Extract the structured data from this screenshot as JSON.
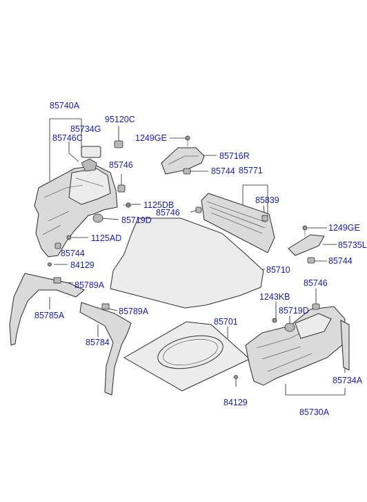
{
  "labels": {
    "p85740A": "85740A",
    "p95120C": "95120C",
    "p85734G": "85734G",
    "p85746C": "85746C",
    "p1249GE_top": "1249GE",
    "p85716R": "85716R",
    "p85746_left": "85746",
    "p85744_top": "85744",
    "p85771": "85771",
    "p1125DB": "1125DB",
    "p85839": "85839",
    "p85746_mid": "85746",
    "p85719D_left": "85719D",
    "p1249GE_right": "1249GE",
    "p1125AD": "1125AD",
    "p85735L": "85735L",
    "p85744_left": "85744",
    "p85744_right": "85744",
    "p84129_left": "84129",
    "p85710": "85710",
    "p85789A_1": "85789A",
    "p85746_right": "85746",
    "p1243KB": "1243KB",
    "p85789A_2": "85789A",
    "p85719D_right": "85719D",
    "p85785A": "85785A",
    "p85701": "85701",
    "p85784": "85784",
    "p85734A": "85734A",
    "p84129_bottom": "84129",
    "p85730A": "85730A"
  },
  "colors": {
    "label": "#1a1aa8",
    "part_fill": "#dadada",
    "line": "#1c1c1c"
  }
}
